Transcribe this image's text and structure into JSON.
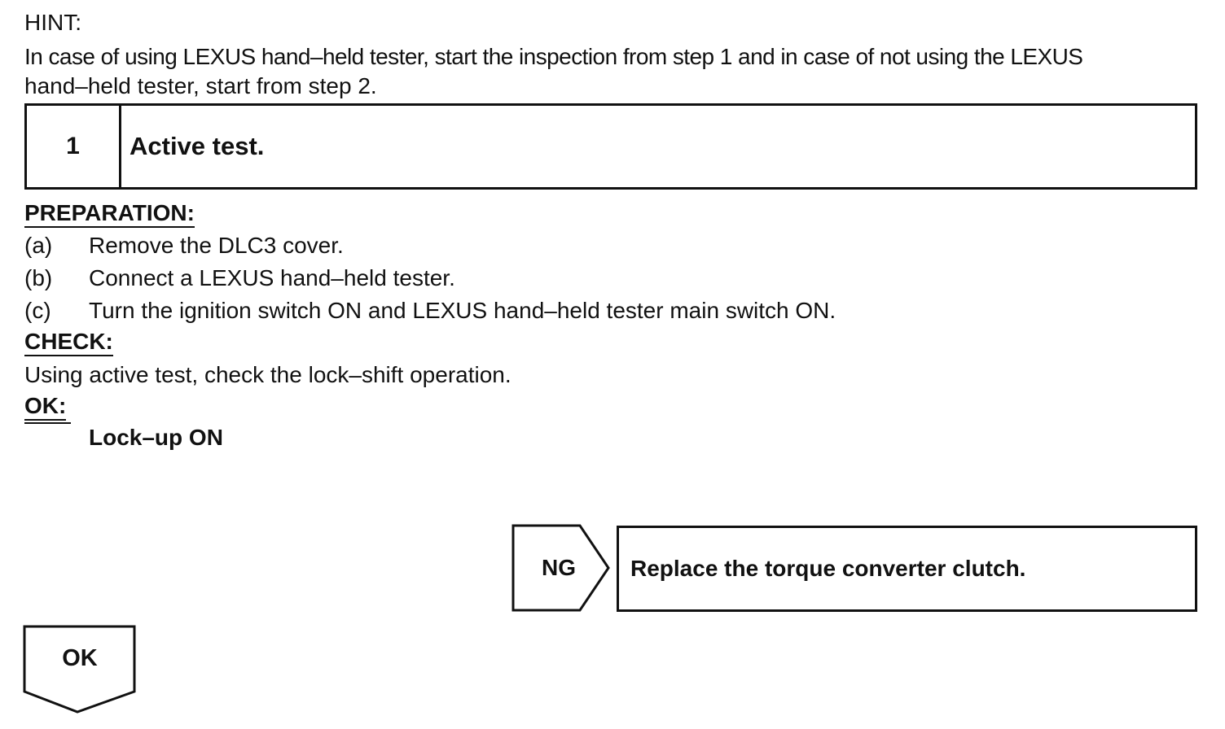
{
  "hint": {
    "label": "HINT:",
    "line1": "In case of using LEXUS hand–held tester, start the inspection from step 1 and in case of not using the LEXUS",
    "line2": "hand–held tester, start from step 2."
  },
  "step": {
    "number": "1",
    "title": "Active test."
  },
  "preparation": {
    "heading": "PREPARATION:",
    "items": [
      {
        "marker": "(a)",
        "text": "Remove the DLC3 cover."
      },
      {
        "marker": "(b)",
        "text": "Connect a LEXUS hand–held tester."
      },
      {
        "marker": "(c)",
        "text": "Turn the ignition switch ON and LEXUS hand–held tester main switch ON."
      }
    ]
  },
  "check": {
    "heading": "CHECK:",
    "text": "Using active test, check the lock–shift operation."
  },
  "ok_spec": {
    "heading": "OK:",
    "value": "Lock–up ON"
  },
  "result_ng": {
    "label": "NG",
    "action": "Replace the torque converter clutch."
  },
  "result_ok": {
    "label": "OK"
  }
}
